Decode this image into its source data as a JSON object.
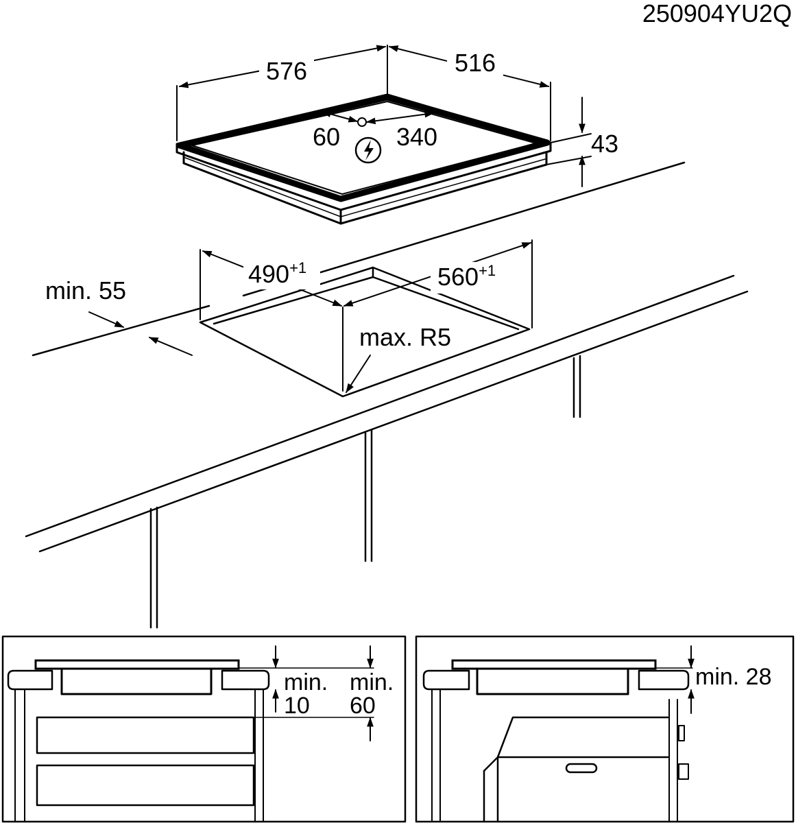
{
  "drawing_code": "250904YU2Q",
  "hob": {
    "width": "576",
    "depth": "516",
    "height": "43",
    "connection_offset_left": "60",
    "connection_offset_right": "340",
    "electric_symbol": "lightning-in-circle-icon"
  },
  "cutout": {
    "width_value": "560",
    "width_tolerance": "+1",
    "depth_value": "490",
    "depth_tolerance": "+1",
    "front_clearance": "min. 55",
    "corner_radius": "max. R5"
  },
  "detail_left": {
    "clearance_a_line1": "min.",
    "clearance_a_line2": "10",
    "clearance_b_line1": "min.",
    "clearance_b_line2": "60"
  },
  "detail_right": {
    "clearance": "min. 28"
  }
}
